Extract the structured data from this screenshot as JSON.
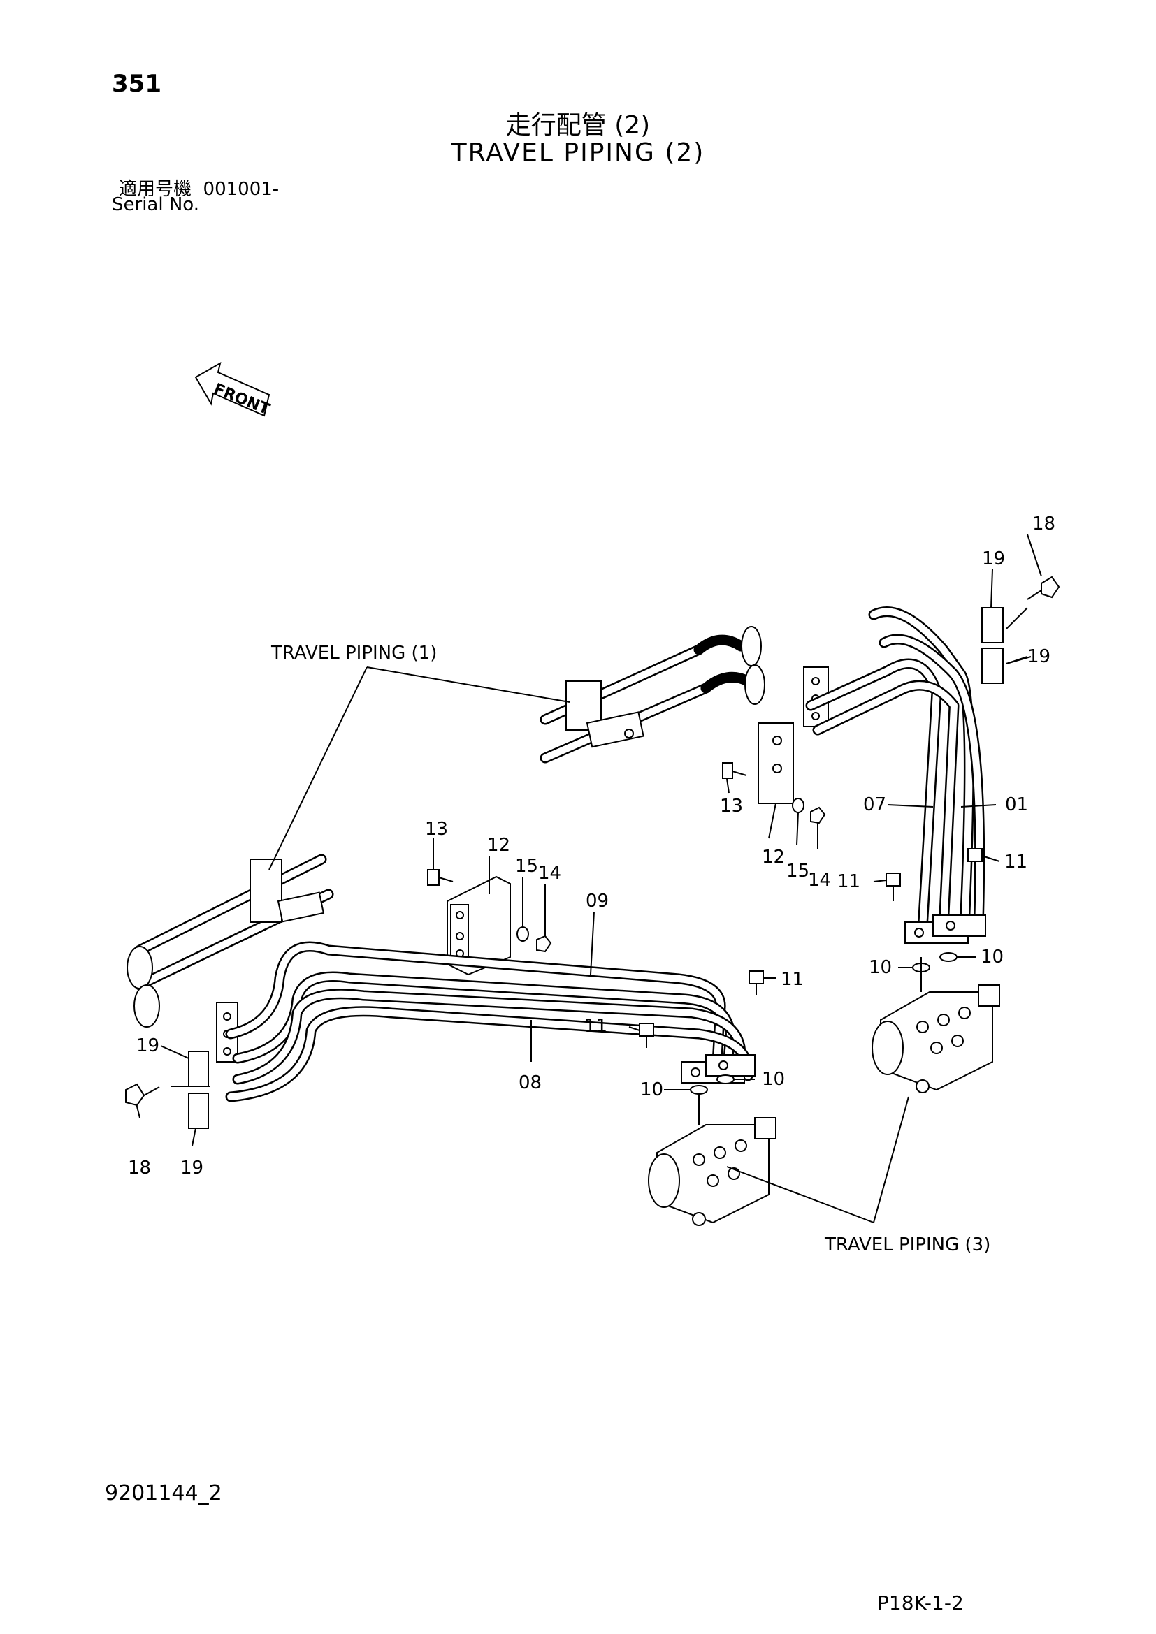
{
  "page_number": "351",
  "title_jp": "走行配管 (2)",
  "title_en": "TRAVEL PIPING (2)",
  "serial_label_jp": "適用号機",
  "serial_value": "001001-",
  "serial_label_en": "Serial No.",
  "front_label": "FRONT",
  "references": {
    "piping_1": "TRAVEL PIPING (1)",
    "piping_3": "TRAVEL PIPING (3)"
  },
  "callouts": {
    "c01": "01",
    "c07": "07",
    "c08": "08",
    "c09": "09",
    "c10": "10",
    "c11": "11",
    "c12": "12",
    "c13": "13",
    "c14": "14",
    "c15": "15",
    "c18": "18",
    "c19": "19"
  },
  "doc_code": "9201144_2",
  "sheet_code": "P18K-1-2"
}
